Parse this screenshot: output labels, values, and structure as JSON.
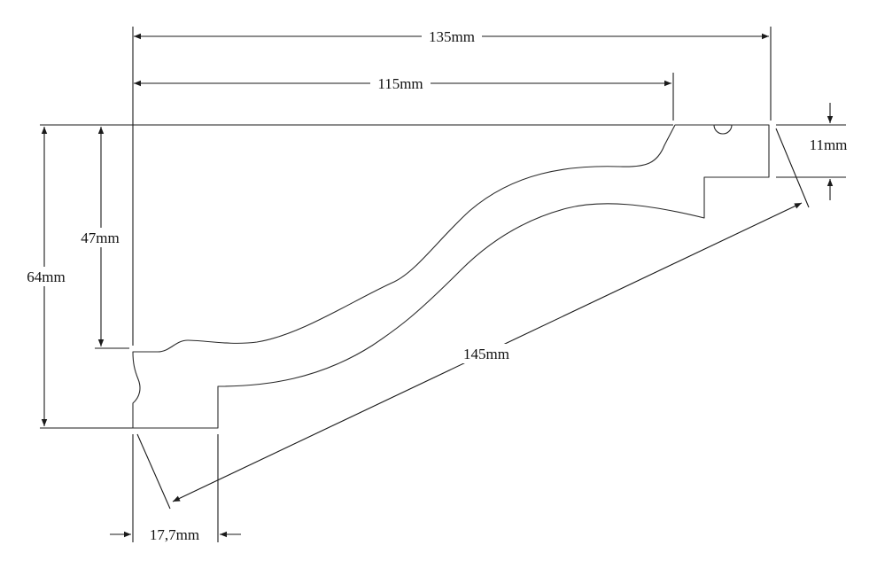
{
  "drawing": {
    "dimensions": {
      "overall_width": "135mm",
      "top_width": "115mm",
      "overall_height": "64mm",
      "inner_height": "47mm",
      "step_height": "11mm",
      "diagonal_length": "145mm",
      "bottom_step": "17,7mm"
    },
    "colors": {
      "line": "#1a1a1a",
      "background": "#ffffff"
    }
  }
}
